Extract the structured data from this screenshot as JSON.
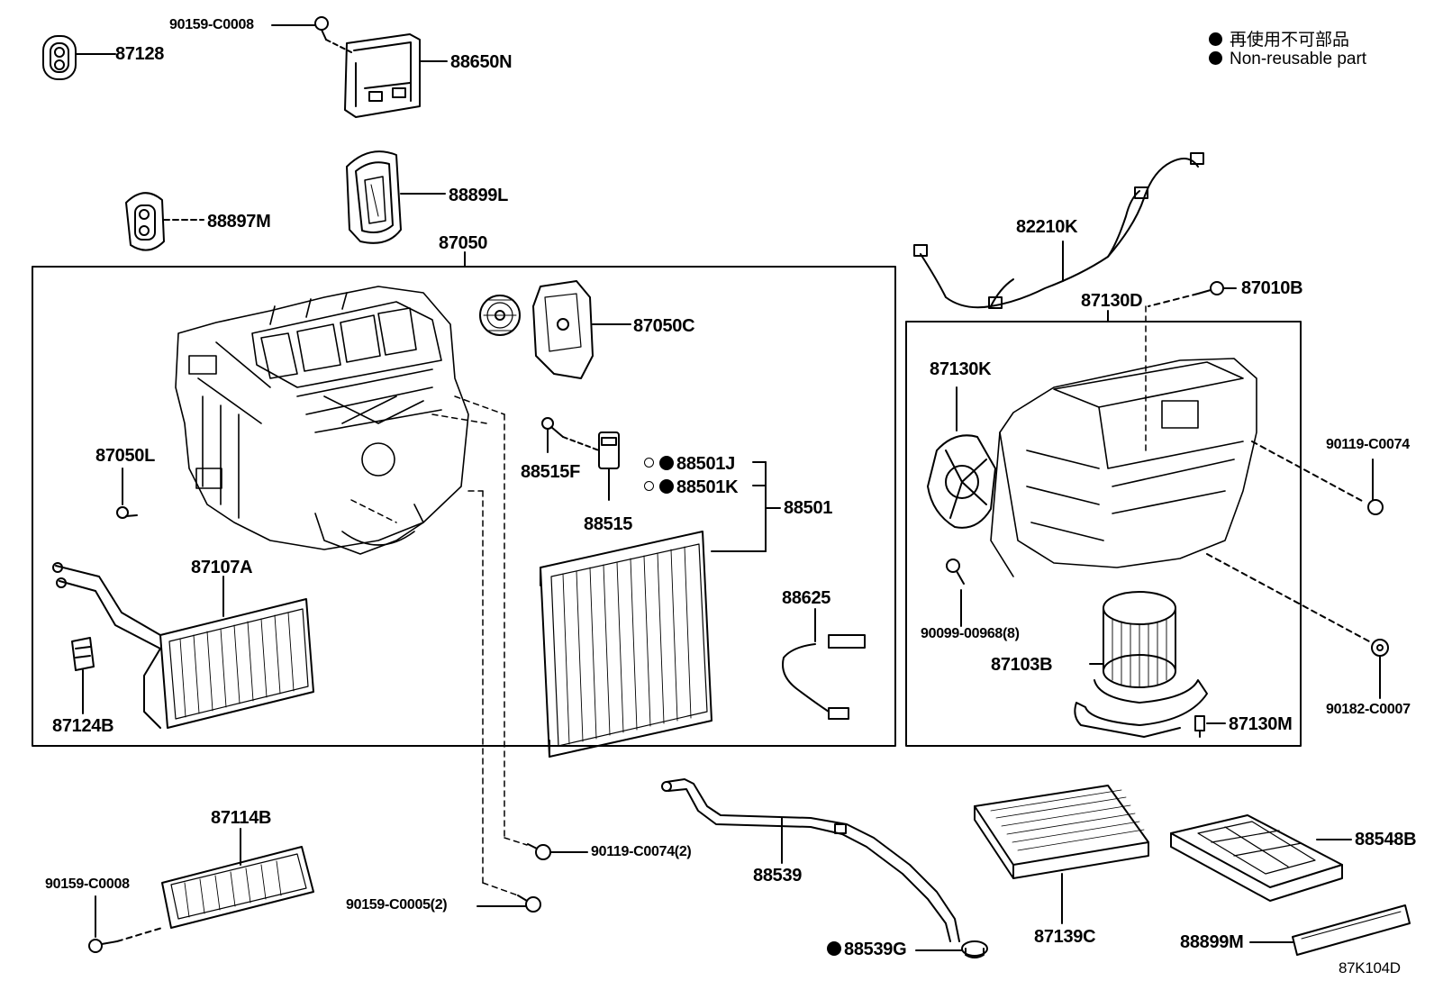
{
  "legend": {
    "jp": "再使用不可部品",
    "en": "Non-reusable part"
  },
  "diagram_id": "87K104D",
  "parts": {
    "p87128": "87128",
    "p90159c0008_top": "90159-C0008",
    "p88650N": "88650N",
    "p88899L": "88899L",
    "p88897M": "88897M",
    "p87050": "87050",
    "p87050C": "87050C",
    "p87050L": "87050L",
    "p88515F": "88515F",
    "p88515": "88515",
    "p88501J": "88501J",
    "p88501K": "88501K",
    "p88501": "88501",
    "p87107A": "87107A",
    "p87124B": "87124B",
    "p88625": "88625",
    "p82210K": "82210K",
    "p87130D": "87130D",
    "p87010B": "87010B",
    "p87130K": "87130K",
    "p90119c0074": "90119-C0074",
    "p90099": "90099-00968(8)",
    "p87103B": "87103B",
    "p87130M": "87130M",
    "p90182": "90182-C0007",
    "p87114B": "87114B",
    "p90159c0008_bottom": "90159-C0008",
    "p90119c0074x2": "90119-C0074(2)",
    "p90159c0005x2": "90159-C0005(2)",
    "p88539": "88539",
    "p88539G": "88539G",
    "p87139C": "87139C",
    "p88548B": "88548B",
    "p88899M": "88899M"
  }
}
